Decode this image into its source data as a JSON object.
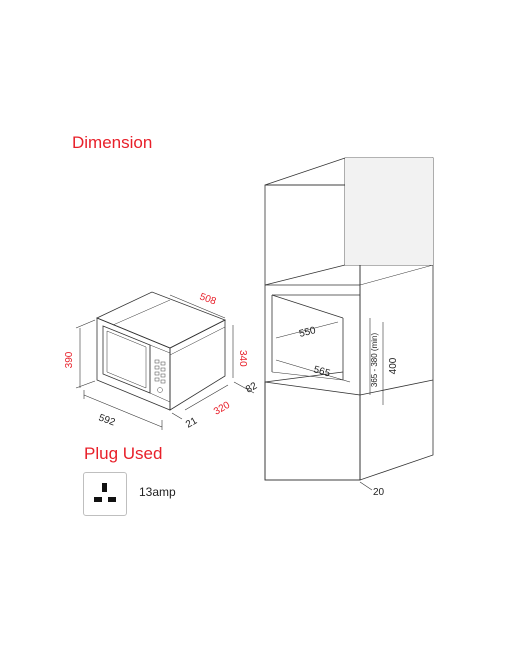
{
  "headings": {
    "dimension": "Dimension",
    "plug_used": "Plug Used"
  },
  "plug": {
    "rating": "13amp",
    "icon": "uk-3-pin-socket-icon"
  },
  "microwave": {
    "width": "592",
    "height": "390",
    "depth": "508",
    "inner_height": "340",
    "inner_depth": "320",
    "frame_offset": "21",
    "rear_gap": "82"
  },
  "cabinet": {
    "niche_width_top": "550",
    "niche_width_bottom": "565",
    "niche_height": "400",
    "niche_height_range": "365 - 380 (min)",
    "base_offset": "20"
  },
  "colors": {
    "accent": "#e8202a",
    "line": "#333333",
    "text": "#222222"
  }
}
